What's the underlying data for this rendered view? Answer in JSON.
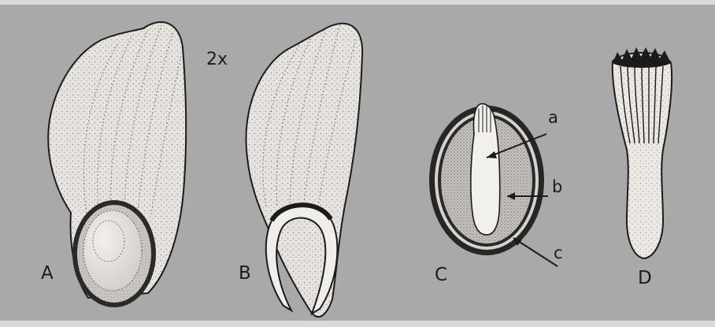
{
  "scale_label": "2x",
  "figures": {
    "a": "A",
    "b": "B",
    "c": "C",
    "d": "D"
  },
  "parts": {
    "a": "a",
    "b": "b",
    "c": "c"
  },
  "colors": {
    "background": "#a9a9a9",
    "outline": "#1b1b1b",
    "body": "#e6e3df",
    "endosperm": "#c7c4c0"
  }
}
